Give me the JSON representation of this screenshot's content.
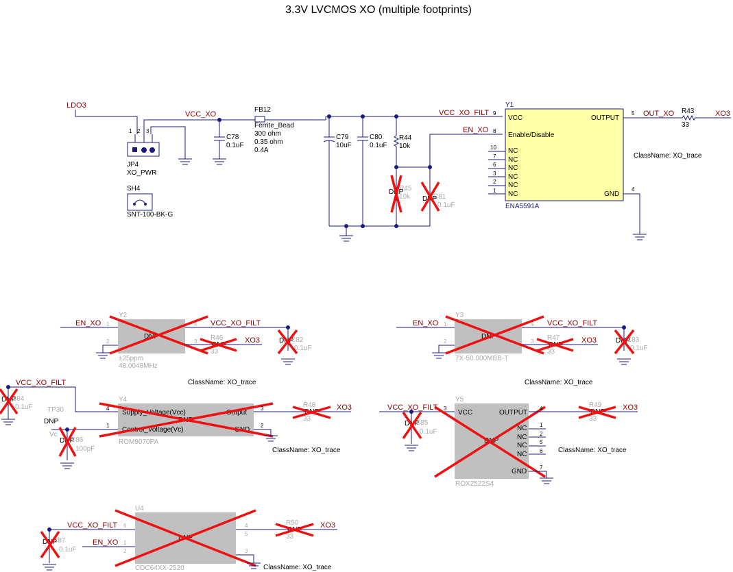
{
  "title": "3.3V LVCMOS XO (multiple footprints)",
  "nets": {
    "ldo3": "LDO3",
    "vcc_xo": "VCC_XO",
    "vcc_xo_filt": "VCC_XO_FILT",
    "en_xo": "EN_XO",
    "out_xo": "OUT_XO",
    "xo3": "XO3"
  },
  "components": {
    "jp4": {
      "ref": "JP4",
      "value": "XO_PWR",
      "pins": [
        "1",
        "2",
        "3"
      ]
    },
    "sh4": {
      "ref": "SH4",
      "value": "SNT-100-BK-G"
    },
    "c78": {
      "ref": "C78",
      "value": "0.1uF"
    },
    "fb12": {
      "ref": "FB12",
      "value": "Ferrite_Bead",
      "spec1": "300 ohm",
      "spec2": "0.35 ohm",
      "spec3": "0.4A"
    },
    "c79": {
      "ref": "C79",
      "value": "10uF"
    },
    "c80": {
      "ref": "C80",
      "value": "0.1uF"
    },
    "r44": {
      "ref": "R44",
      "value": "10k"
    },
    "r45": {
      "ref": "R45",
      "value": "10k",
      "dnp": "DNP"
    },
    "c81": {
      "ref": "C81",
      "value": "0.1uF",
      "dnp": "DNP"
    },
    "y1": {
      "ref": "Y1",
      "value": "ENA5591A",
      "pin_vcc": "VCC",
      "pin_en": "Enable/Disable",
      "pin_nc": "NC",
      "pin_output": "OUTPUT",
      "pin_gnd": "GND",
      "nums": {
        "vcc": "9",
        "en": "8",
        "output": "5",
        "gnd": "4",
        "nc": [
          "10",
          "7",
          "6",
          "3",
          "2",
          "1"
        ]
      }
    },
    "r43": {
      "ref": "R43",
      "value": "33"
    },
    "y2": {
      "ref": "Y2",
      "value1": "±25ppm",
      "value2": "48.0048MHz",
      "dnp": "DNP",
      "pins": [
        "1",
        "2",
        "3",
        "4"
      ]
    },
    "r46": {
      "ref": "R46",
      "value": "33",
      "dnp": "DNP"
    },
    "c82": {
      "ref": "C82",
      "value": "0.1uF",
      "dnp": "DNP"
    },
    "y3": {
      "ref": "Y3",
      "value": "7X-50.000MBB-T",
      "dnp": "DNP",
      "pins": [
        "1",
        "2",
        "3",
        "4"
      ]
    },
    "r47": {
      "ref": "R47",
      "value": "33",
      "dnp": "DNP"
    },
    "c83": {
      "ref": "C83",
      "value": "0.1uF",
      "dnp": "DNP"
    },
    "c84": {
      "ref": "C84",
      "value": "0.1uF",
      "dnp": "DNP"
    },
    "tp30": {
      "ref": "TP30",
      "value": "Vc",
      "dnp": "DNP"
    },
    "c86": {
      "ref": "C86",
      "value": "100pF",
      "dnp": "DNP"
    },
    "y4": {
      "ref": "Y4",
      "value": "ROM9070PA",
      "dnp": "DNP",
      "pin_supply": "Supply_Voltage(Vcc)",
      "pin_control": "Control_Voltage(Vc)",
      "pin_output": "Output",
      "pin_gnd": "GND",
      "pins": [
        "4",
        "1",
        "3",
        "2"
      ]
    },
    "r48": {
      "ref": "R48",
      "value": "33",
      "dnp": "DNP"
    },
    "c85": {
      "ref": "C85",
      "value": "0.1uF",
      "dnp": "DNP"
    },
    "y5": {
      "ref": "Y5",
      "value": "ROX2522S4",
      "dnp": "DNP",
      "pin_vcc": "VCC",
      "pin_output": "OUTPUT",
      "pin_nc": "NC",
      "pin_gnd": "GND",
      "pins": [
        "3",
        "4",
        "1",
        "2",
        "5",
        "6",
        "7"
      ]
    },
    "r49": {
      "ref": "R49",
      "value": "33",
      "dnp": "DNP"
    },
    "c87": {
      "ref": "C87",
      "value": "0.1uF",
      "dnp": "DNP"
    },
    "u4": {
      "ref": "U4",
      "value": "CDC64XX-2520",
      "dnp": "DNP",
      "pins": [
        "6",
        "1",
        "2",
        "4",
        "5",
        "3"
      ]
    },
    "r50": {
      "ref": "R50",
      "value": "33",
      "dnp": "DNP"
    }
  },
  "classname": "ClassName: XO_trace",
  "colors": {
    "wire": "#1a1a80",
    "net": "#8b0000",
    "dnp_cross": "#e11111",
    "ic_fill": "#ffffa8",
    "dnp_fill": "#c0c0c0"
  }
}
